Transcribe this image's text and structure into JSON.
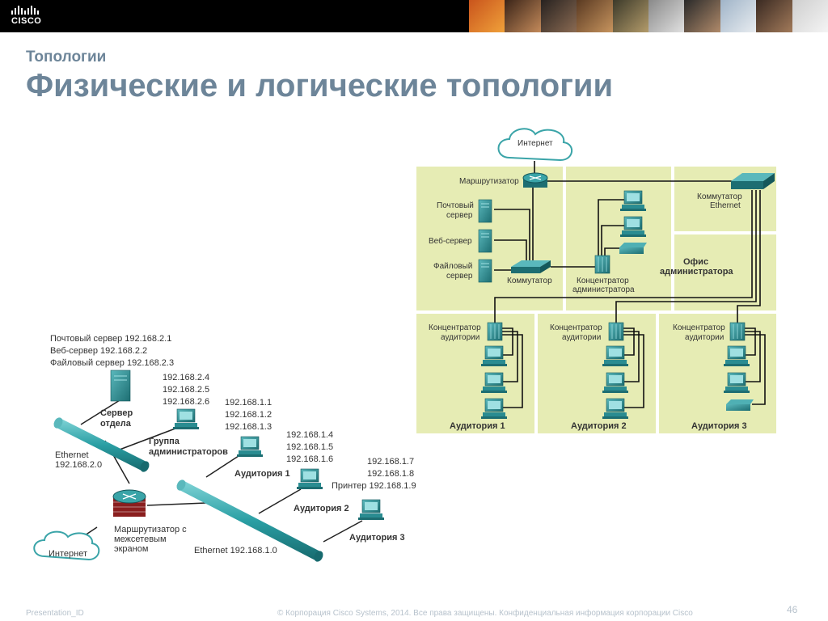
{
  "header": {
    "logo_text": "CISCO"
  },
  "slide": {
    "kicker": "Топологии",
    "title": "Физические и логические топологии"
  },
  "logical": {
    "internet": "Интернет",
    "router": "Маршрутизатор с",
    "router2": "межсетевым",
    "router3": "экраном",
    "eth2": "Ethernet",
    "eth2_addr": "192.168.2.0",
    "eth1": "Ethernet 192.168.1.0",
    "servers": [
      "Почтовый сервер 192.168.2.1",
      "Веб-сервер 192.168.2.2",
      "Файловый сервер 192.168.2.3"
    ],
    "dept_server": [
      "Сервер",
      "отдела"
    ],
    "admin_ips": [
      "192.168.2.4",
      "192.168.2.5",
      "192.168.2.6"
    ],
    "admin_group": [
      "Группа",
      "администраторов"
    ],
    "aud1_ips": [
      "192.168.1.1",
      "192.168.1.2",
      "192.168.1.3"
    ],
    "aud1": "Аудитория 1",
    "aud2_ips": [
      "192.168.1.4",
      "192.168.1.5",
      "192.168.1.6"
    ],
    "aud2": "Аудитория 2",
    "aud3_ips": [
      "192.168.1.7",
      "192.168.1.8",
      "Принтер 192.168.1.9"
    ],
    "aud3": "Аудитория 3"
  },
  "physical": {
    "internet": "Интернет",
    "router": "Маршрутизатор",
    "mail": [
      "Почтовый",
      "сервер"
    ],
    "web": "Веб-сервер",
    "file": [
      "Файловый",
      "сервер"
    ],
    "switch": "Коммутатор",
    "admin_hub": [
      "Концентратор",
      "администратора"
    ],
    "eth_switch": [
      "Коммутатор",
      "Ethernet"
    ],
    "office": [
      "Офис",
      "администратора"
    ],
    "room_hub": [
      "Концентратор",
      "аудитории"
    ],
    "rooms": [
      "Аудитория 1",
      "Аудитория 2",
      "Аудитория 3"
    ]
  },
  "footer": {
    "id": "Presentation_ID",
    "copyright": "© Корпорация Cisco Systems, 2014. Все права защищены.    Конфиденциальная информация корпорации Cisco",
    "page": "46"
  },
  "colors": {
    "panel": "#e6ecb4",
    "teal": "#2a8c91",
    "title": "#6d8599"
  }
}
